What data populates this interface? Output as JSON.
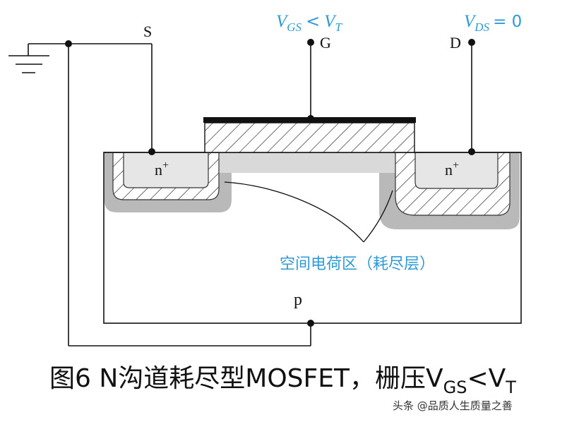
{
  "terminals": {
    "source": "S",
    "gate": "G",
    "drain": "D"
  },
  "bias": {
    "vgs": {
      "v1": "V",
      "sub1": "GS",
      "rel": "<",
      "v2": "V",
      "sub2": "T"
    },
    "vds": {
      "v": "V",
      "sub": "DS",
      "rel": "= 0"
    }
  },
  "regions": {
    "source": {
      "letter": "n",
      "sup": "+"
    },
    "drain": {
      "letter": "n",
      "sup": "+"
    },
    "substrate": "p",
    "depletion_label": "空间电荷区（耗尽层）"
  },
  "caption": {
    "main": "图6 N沟道耗尽型MOSFET，栅压V",
    "sub1": "GS",
    "mid": "<V",
    "sub2": "T"
  },
  "watermark": "头条 @品质人生质量之善",
  "colors": {
    "accent": "#2f9bd6",
    "depletion": "#b9b9b9",
    "n_plus": "#e6e6e6",
    "channel": "#d9d9d9"
  }
}
